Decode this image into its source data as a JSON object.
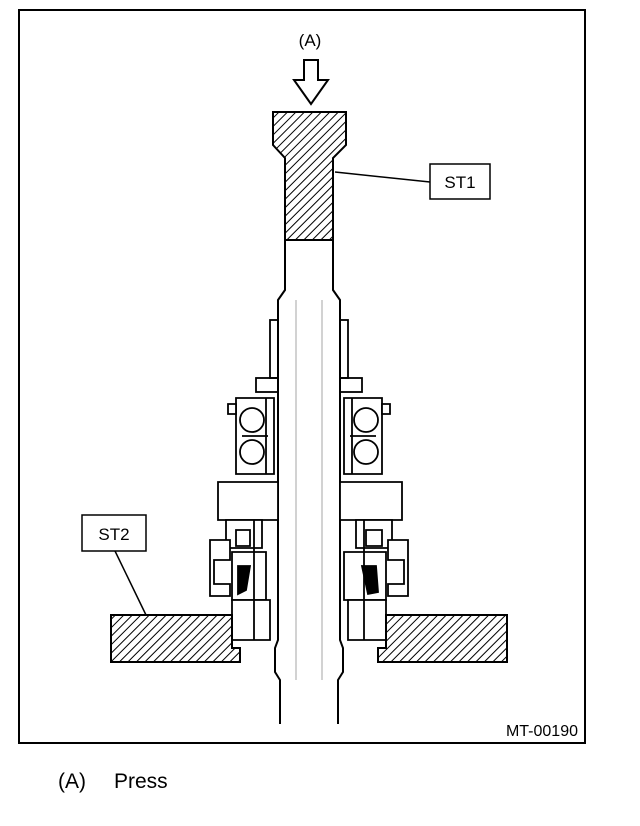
{
  "figure": {
    "callout_a": "(A)",
    "callout_st1": "ST1",
    "callout_st2": "ST2",
    "figure_code": "MT-00190"
  },
  "legend": {
    "key": "(A)",
    "text": "Press"
  }
}
